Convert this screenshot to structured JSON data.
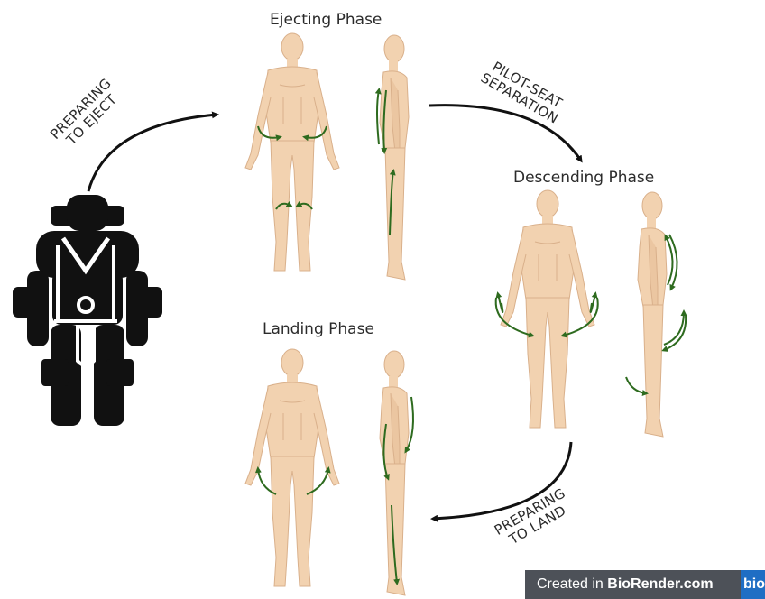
{
  "phases": {
    "ejecting": "Ejecting Phase",
    "descending": "Descending Phase",
    "landing": "Landing Phase"
  },
  "transitions": {
    "preparing_to_eject": [
      "PREPARING",
      "TO EJECT"
    ],
    "pilot_seat_separation": [
      "PILOT-SEAT",
      "SEPARATION"
    ],
    "preparing_to_land": [
      "PREPARING",
      "TO LAND"
    ]
  },
  "badge": {
    "prefix": "Created in ",
    "site": "BioRender.com",
    "logo": "bio"
  },
  "colors": {
    "skin": "#f2d2b0",
    "skin_shade": "#e4bd97",
    "arrow": "#2e6b1f",
    "text": "#2b2b2b",
    "suit": "#111111",
    "badge_bg": "#4d5158",
    "badge_accent": "#1f6ec4"
  }
}
